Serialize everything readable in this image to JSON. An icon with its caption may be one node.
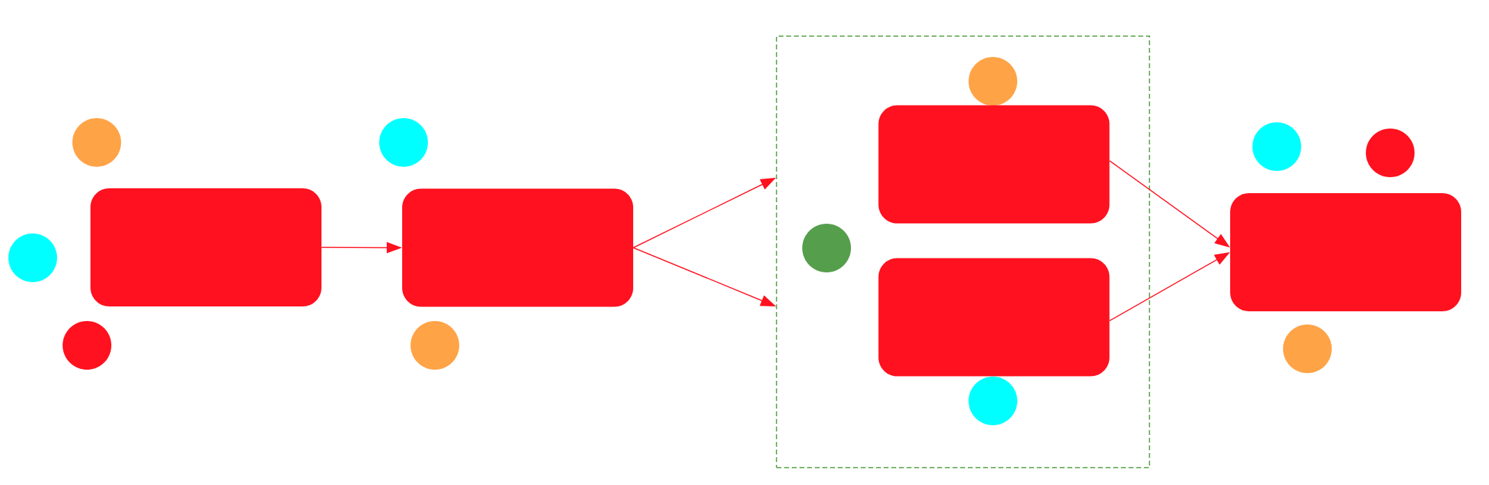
{
  "diagram": {
    "nodes": [
      {
        "text": [],
        "shape": "circle"
      },
      {
        "text": [],
        "shape": "circle"
      },
      {
        "text": [],
        "shape": "box"
      },
      {
        "text": [],
        "shape": "circle"
      },
      {
        "text": [],
        "shape": "circle"
      },
      {
        "text": [],
        "shape": "box"
      },
      {
        "text": [],
        "shape": "circle"
      },
      {
        "text": [],
        "shape": "box"
      },
      {
        "text": [],
        "shape": "circle",
        "in": 7
      },
      {
        "text": [],
        "shape": "circle",
        "in": 7
      },
      {
        "text": [],
        "shape": "box",
        "in": 7
      },
      {
        "text": [],
        "shape": "box",
        "in": 7
      },
      {
        "text": [],
        "shape": "circle",
        "in": 7
      },
      {
        "text": [],
        "shape": "circle"
      },
      {
        "text": [],
        "shape": "circle"
      },
      {
        "text": [],
        "shape": "box"
      },
      {
        "text": [],
        "shape": "circle"
      }
    ],
    "edges": [
      {
        "from": 2,
        "to": 5,
        "arrow": "to"
      },
      {
        "from": 5,
        "to": 7,
        "arrow": "to"
      },
      {
        "from": 5,
        "to": 7,
        "arrow": "to"
      },
      {
        "from": 10,
        "to": 15,
        "arrow": "to"
      },
      {
        "from": 11,
        "to": 15,
        "arrow": "to"
      }
    ]
  }
}
